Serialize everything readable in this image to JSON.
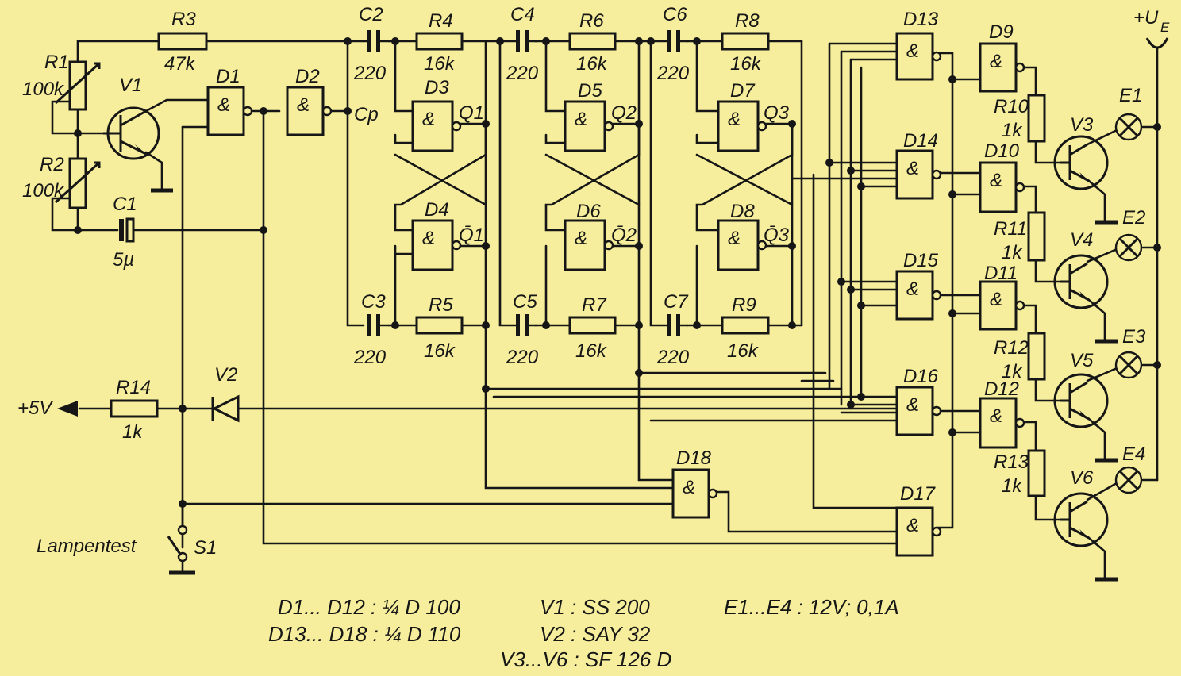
{
  "labels": {
    "R3": "R3",
    "R3v": "47k",
    "R1": "R1",
    "R1v": "100k",
    "R2": "R2",
    "R2v": "100k",
    "V1": "V1",
    "C1": "C1",
    "C1v": "5µ",
    "D1": "D1",
    "D2": "D2",
    "Cp": "Cp",
    "C2": "C2",
    "C2v": "220",
    "R4": "R4",
    "R4v": "16k",
    "D3": "D3",
    "Q1": "Q1",
    "D4": "D4",
    "Q1n": "Q̄1",
    "C3": "C3",
    "C3v": "220",
    "R5": "R5",
    "R5v": "16k",
    "C4": "C4",
    "C4v": "220",
    "R6": "R6",
    "R6v": "16k",
    "D5": "D5",
    "Q2": "Q2",
    "D6": "D6",
    "Q2n": "Q̄2",
    "C5": "C5",
    "C5v": "220",
    "R7": "R7",
    "R7v": "16k",
    "C6": "C6",
    "C6v": "220",
    "R8": "R8",
    "R8v": "16k",
    "D7": "D7",
    "Q3": "Q3",
    "D8": "D8",
    "Q3n": "Q̄3",
    "C7": "C7",
    "C7v": "220",
    "R9": "R9",
    "R9v": "16k",
    "D13": "D13",
    "D14": "D14",
    "D15": "D15",
    "D16": "D16",
    "D17": "D17",
    "D18": "D18",
    "D9": "D9",
    "D10": "D10",
    "D11": "D11",
    "D12": "D12",
    "R10": "R10",
    "R10v": "1k",
    "R11": "R11",
    "R11v": "1k",
    "R12": "R12",
    "R12v": "1k",
    "R13": "R13",
    "R13v": "1k",
    "V3": "V3",
    "V4": "V4",
    "V5": "V5",
    "V6": "V6",
    "E1": "E1",
    "E2": "E2",
    "E3": "E3",
    "E4": "E4",
    "UE": "+U",
    "UEsub": "E",
    "plus5V": "+5V",
    "R14": "R14",
    "R14v": "1k",
    "V2": "V2",
    "lampentest": "Lampentest",
    "S1": "S1"
  },
  "gate_symbol": "&",
  "notes": {
    "l1": "D1... D12 : ¼ D 100",
    "l2": "D13... D18 : ¼ D 110",
    "m1": "V1 : SS 200",
    "m2": "V2 : SAY 32",
    "m3": "V3...V6 : SF 126 D",
    "r1": "E1...E4 : 12V; 0,1A"
  },
  "colors": {
    "paper": "#f6ee9c",
    "ink": "#161616"
  }
}
